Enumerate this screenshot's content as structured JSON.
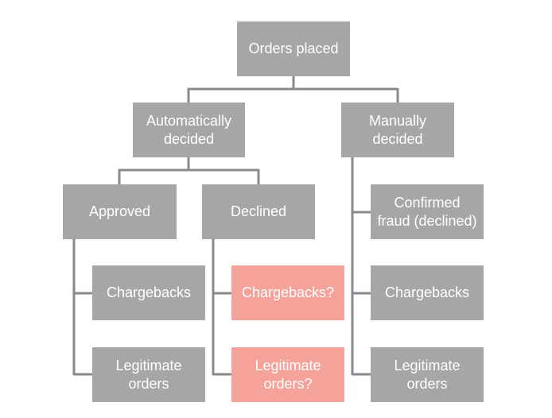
{
  "diagram": {
    "colors": {
      "box": "#a6a6a6",
      "highlight_box": "#f4a29a",
      "box_text": "#ffffff",
      "connector": "#8a8a8a"
    },
    "nodes": {
      "root": "Orders placed",
      "auto": "Automatically\ndecided",
      "manual": "Manually\ndecided",
      "approved": "Approved",
      "declined": "Declined",
      "approved_chargebacks": "Chargebacks",
      "approved_legit": "Legitimate\norders",
      "declined_chargebacks": "Chargebacks?",
      "declined_legit": "Legitimate\norders?",
      "manual_fraud": "Confirmed\nfraud (declined)",
      "manual_chargebacks": "Chargebacks",
      "manual_legit": "Legitimate\norders"
    },
    "edges": [
      [
        "root",
        "auto"
      ],
      [
        "root",
        "manual"
      ],
      [
        "auto",
        "approved"
      ],
      [
        "auto",
        "declined"
      ],
      [
        "approved",
        "approved_chargebacks"
      ],
      [
        "approved",
        "approved_legit"
      ],
      [
        "declined",
        "declined_chargebacks"
      ],
      [
        "declined",
        "declined_legit"
      ],
      [
        "manual",
        "manual_fraud"
      ],
      [
        "manual",
        "manual_chargebacks"
      ],
      [
        "manual",
        "manual_legit"
      ]
    ]
  }
}
